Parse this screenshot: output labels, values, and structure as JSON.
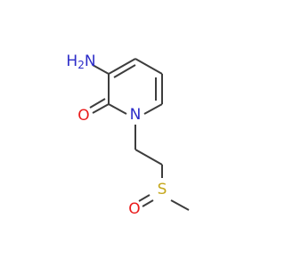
{
  "molecule": {
    "atoms": {
      "amine": {
        "symbol": "N",
        "hydrogens": "H",
        "subscript": "2"
      },
      "carbonyl_oxygen": {
        "symbol": "O"
      },
      "ring_nitrogen": {
        "symbol": "N"
      },
      "sulfur": {
        "symbol": "S"
      },
      "sulfoxide_oxygen": {
        "symbol": "O"
      }
    },
    "colors": {
      "carbon_bond": "#3d3d3d",
      "nitrogen": "#2c2cc8",
      "oxygen": "#ea1c1c",
      "sulfur": "#c5a71b",
      "background": "#ffffff"
    }
  }
}
